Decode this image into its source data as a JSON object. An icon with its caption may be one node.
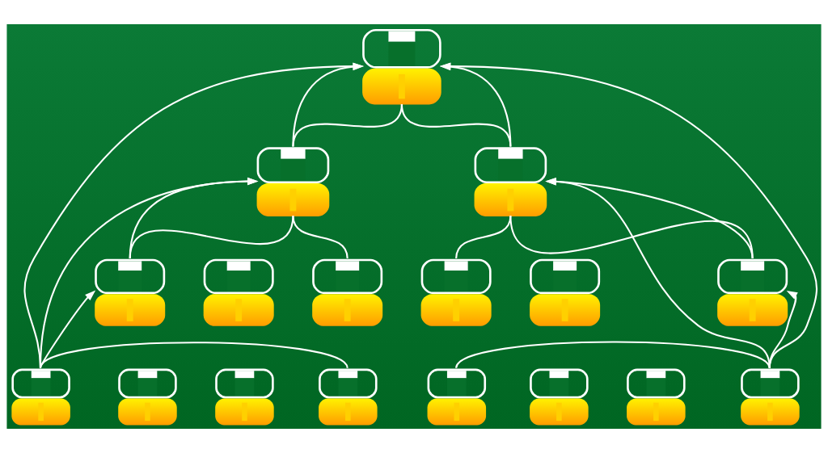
{
  "diagram": {
    "nodes": [
      {
        "text": [],
        "shape": "person"
      },
      {
        "text": [],
        "shape": "person"
      },
      {
        "text": [],
        "shape": "person"
      },
      {
        "text": [],
        "shape": "person"
      },
      {
        "text": [],
        "shape": "person"
      },
      {
        "text": [],
        "shape": "person"
      },
      {
        "text": [],
        "shape": "person"
      },
      {
        "text": [],
        "shape": "person"
      },
      {
        "text": [],
        "shape": "person"
      },
      {
        "text": [],
        "shape": "person"
      },
      {
        "text": [],
        "shape": "person"
      },
      {
        "text": [],
        "shape": "person"
      },
      {
        "text": [],
        "shape": "person"
      },
      {
        "text": [],
        "shape": "person"
      },
      {
        "text": [],
        "shape": "person"
      },
      {
        "text": [],
        "shape": "person"
      },
      {
        "text": [],
        "shape": "person"
      }
    ],
    "edges": [
      {
        "from": 0,
        "to": 1,
        "arrow": "none"
      },
      {
        "from": 0,
        "to": 2,
        "arrow": "none"
      },
      {
        "from": 1,
        "to": 3,
        "arrow": "none"
      },
      {
        "from": 1,
        "to": 5,
        "arrow": "none"
      },
      {
        "from": 2,
        "to": 6,
        "arrow": "none"
      },
      {
        "from": 2,
        "to": 8,
        "arrow": "none"
      },
      {
        "from": 9,
        "to": 12,
        "arrow": "none"
      },
      {
        "from": 13,
        "to": 16,
        "arrow": "none"
      },
      {
        "from": 1,
        "to": 0,
        "arrow": "to"
      },
      {
        "from": 2,
        "to": 0,
        "arrow": "to"
      },
      {
        "from": 9,
        "to": 0,
        "arrow": "to"
      },
      {
        "from": 16,
        "to": 0,
        "arrow": "to"
      },
      {
        "from": 9,
        "to": 1,
        "arrow": "to"
      },
      {
        "from": 3,
        "to": 1,
        "arrow": "to"
      },
      {
        "from": 16,
        "to": 2,
        "arrow": "to"
      },
      {
        "from": 8,
        "to": 2,
        "arrow": "to"
      },
      {
        "from": 9,
        "to": 3,
        "arrow": "to"
      },
      {
        "from": 16,
        "to": 8,
        "arrow": "to"
      }
    ]
  }
}
